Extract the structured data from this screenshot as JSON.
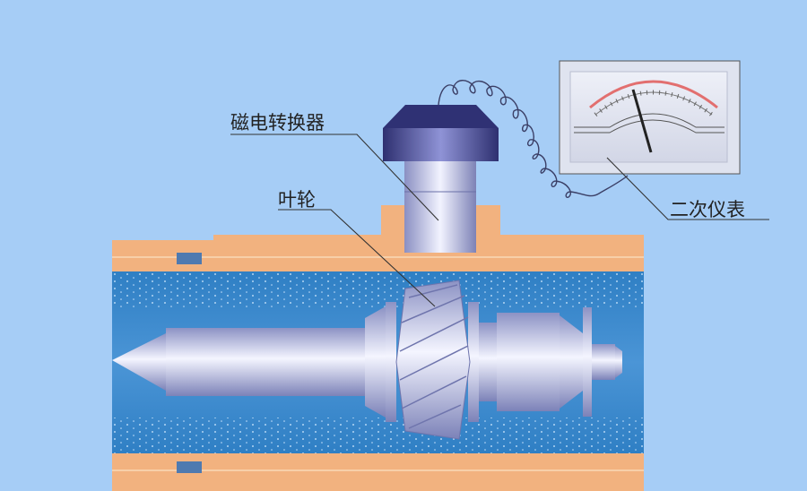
{
  "labels": {
    "transducer": "磁电转换器",
    "impeller": "叶轮",
    "secondary_meter": "二次仪表"
  },
  "colors": {
    "background": "#a6cdf6",
    "pipe_wall": "#f2b27f",
    "fluid": "#3c86c9",
    "metal": "#c6cbe6",
    "sensor_cap": "#4d4f95",
    "meter_scale": "#e26f6f"
  }
}
